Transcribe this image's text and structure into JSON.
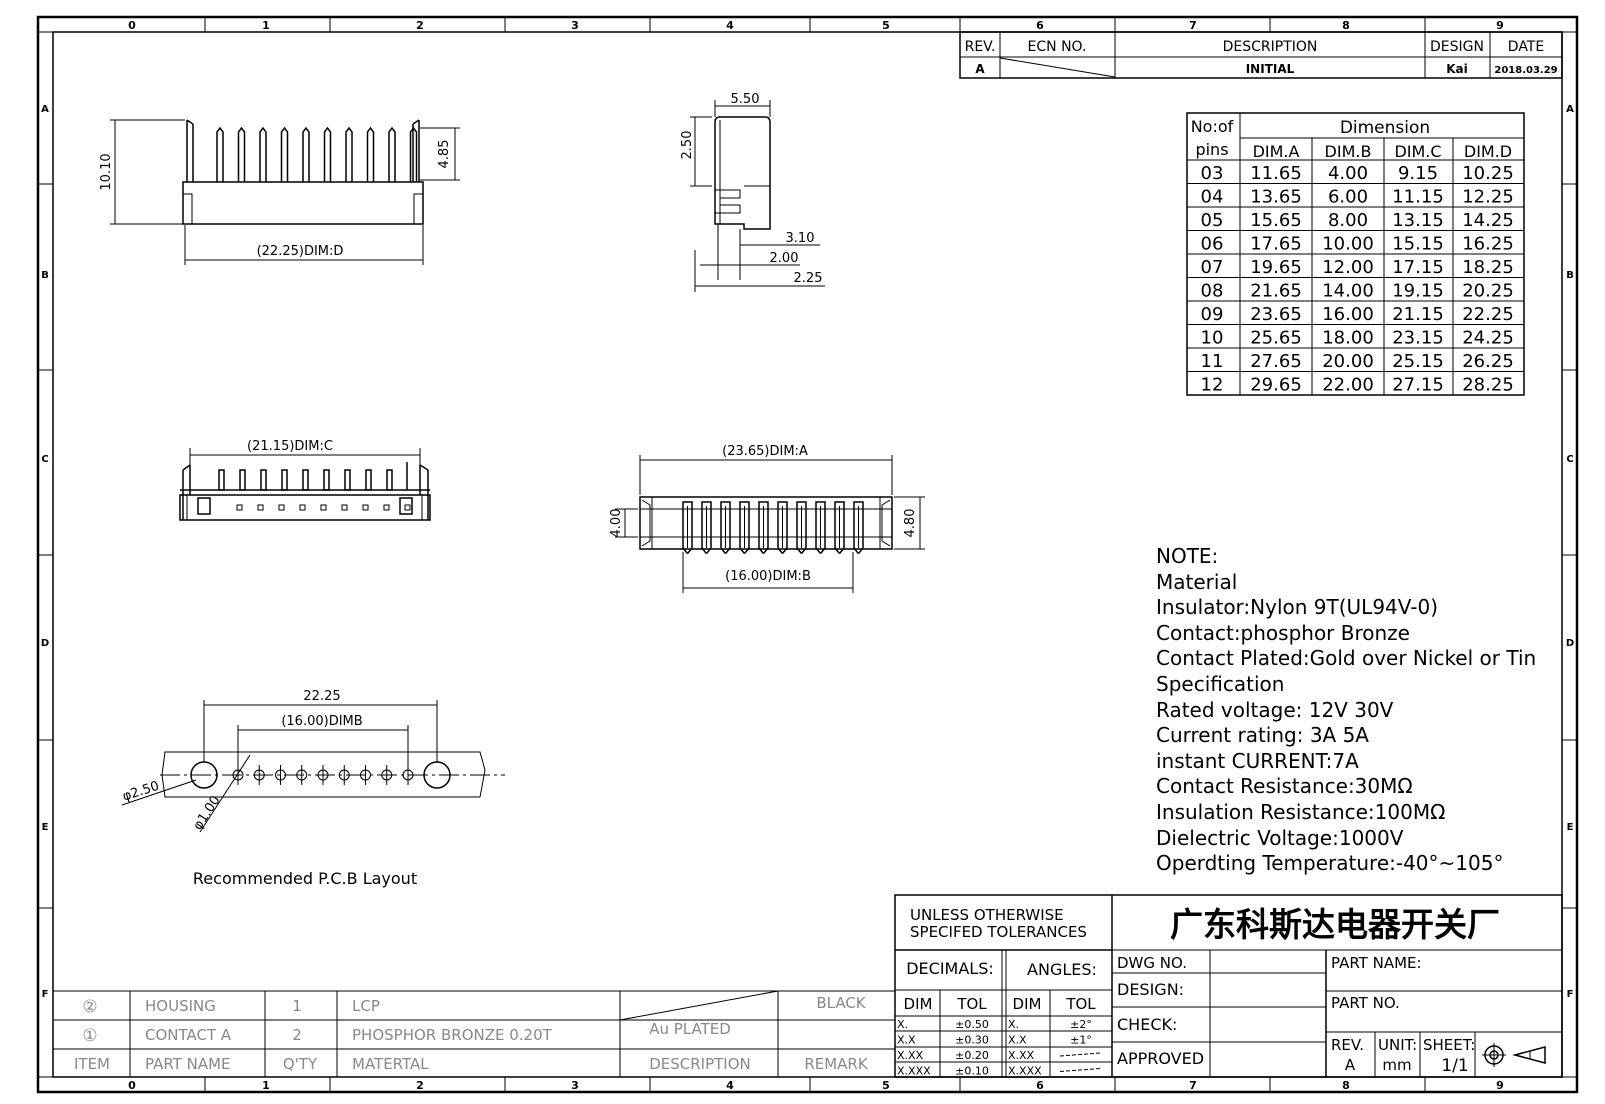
{
  "border": {
    "cols_top": [
      "0",
      "1",
      "2",
      "3",
      "4",
      "5",
      "6",
      "7",
      "8",
      "9"
    ],
    "cols_bottom": [
      "0",
      "1",
      "2",
      "3",
      "4",
      "5",
      "6",
      "7",
      "8",
      "9"
    ],
    "rows": [
      "A",
      "B",
      "C",
      "D",
      "E",
      "F"
    ]
  },
  "revision_table": {
    "headers": {
      "rev": "REV.",
      "ecn": "ECN  NO.",
      "description": "DESCRIPTION",
      "design": "DESIGN",
      "date": "DATE"
    },
    "row": {
      "rev": "A",
      "description": "INITIAL",
      "design": "Kai",
      "date": "2018.03.29"
    }
  },
  "dimension_table": {
    "col1_top": "No:of",
    "col1_bottom": "pins",
    "group_header": "Dimension",
    "headers": [
      "DIM.A",
      "DIM.B",
      "DIM.C",
      "DIM.D"
    ],
    "rows": [
      [
        "03",
        "11.65",
        "4.00",
        "9.15",
        "10.25"
      ],
      [
        "04",
        "13.65",
        "6.00",
        "11.15",
        "12.25"
      ],
      [
        "05",
        "15.65",
        "8.00",
        "13.15",
        "14.25"
      ],
      [
        "06",
        "17.65",
        "10.00",
        "15.15",
        "16.25"
      ],
      [
        "07",
        "19.65",
        "12.00",
        "17.15",
        "18.25"
      ],
      [
        "08",
        "21.65",
        "14.00",
        "19.15",
        "20.25"
      ],
      [
        "09",
        "23.65",
        "16.00",
        "21.15",
        "22.25"
      ],
      [
        "10",
        "25.65",
        "18.00",
        "23.15",
        "24.25"
      ],
      [
        "11",
        "27.65",
        "20.00",
        "25.15",
        "26.25"
      ],
      [
        "12",
        "29.65",
        "22.00",
        "27.15",
        "28.25"
      ]
    ]
  },
  "drawing_labels": {
    "front_height": "10.10",
    "front_pin_height": "4.85",
    "front_width": "(22.25)DIM:D",
    "side_top": "5.50",
    "side_height": "2.50",
    "side_d1": "3.10",
    "side_d2": "2.00",
    "side_d3": "2.25",
    "bottom_width": "(21.15)DIM:C",
    "top_width": "(23.65)DIM:A",
    "top_height_left": "4.00",
    "top_height_right": "4.80",
    "top_pitch_span": "(16.00)DIM:B",
    "pcb_total": "22.25",
    "pcb_span": "(16.00)DIMB",
    "pcb_big_hole": "φ2.50",
    "pcb_small_hole": "φ1.00",
    "pcb_caption": "Recommended P.C.B Layout"
  },
  "notes": [
    "NOTE:",
    "Material",
    "Insulator:Nylon 9T(UL94V-0)",
    "Contact:phosphor Bronze",
    "Contact Plated:Gold over Nickel or Tin",
    "Specification",
    "Rated voltage: 12V 30V",
    " Current rating: 3A   5A",
    "instant CURRENT:7A",
    "Contact Resistance:30MΩ",
    "Insulation Resistance:100MΩ",
    "Dielectric Voltage:1000V",
    "Operdting Temperature:-40°~105°"
  ],
  "bom": {
    "rows": [
      {
        "no": "②",
        "part": "HOUSING",
        "qty": "1",
        "material": "LCP",
        "description": "",
        "remark": "BLACK"
      },
      {
        "no": "①",
        "part": "CONTACT  A",
        "qty": "2",
        "material": "PHOSPHOR  BRONZE  0.20T",
        "description": "Au  PLATED",
        "remark": ""
      }
    ],
    "header": {
      "no": "ITEM",
      "part": "PART  NAME",
      "qty": "Q'TY",
      "material": "MATERTAL",
      "description": "DESCRIPTION",
      "remark": "REMARK"
    }
  },
  "title_block": {
    "tolerance_line1": "UNLESS  OTHERWISE",
    "tolerance_line2": "SPECIFED  TOLERANCES",
    "company": "广东科斯达电器开关厂",
    "decimals": "DECIMALS:",
    "angles": "ANGLES:",
    "dim": "DIM",
    "tol": "TOL",
    "dec_rows": [
      [
        "X.",
        "±0.50"
      ],
      [
        "X.X",
        "±0.30"
      ],
      [
        "X.XX",
        "±0.20"
      ],
      [
        "X.XXX",
        "±0.10"
      ]
    ],
    "ang_rows": [
      [
        "X.",
        "±2°"
      ],
      [
        "X.X",
        "±1°"
      ],
      [
        "X.XX",
        ""
      ],
      [
        "X.XXX",
        ""
      ]
    ],
    "dwg_no": "DWG  NO.",
    "design": "DESIGN:",
    "check": "CHECK:",
    "approved": "APPROVED",
    "part_name": "PART  NAME:",
    "part_no": "PART  NO.",
    "rev": "REV.",
    "rev_val": "A",
    "unit": "UNIT:",
    "unit_val": "mm",
    "sheet": "SHEET:",
    "sheet_val": "1/1"
  }
}
